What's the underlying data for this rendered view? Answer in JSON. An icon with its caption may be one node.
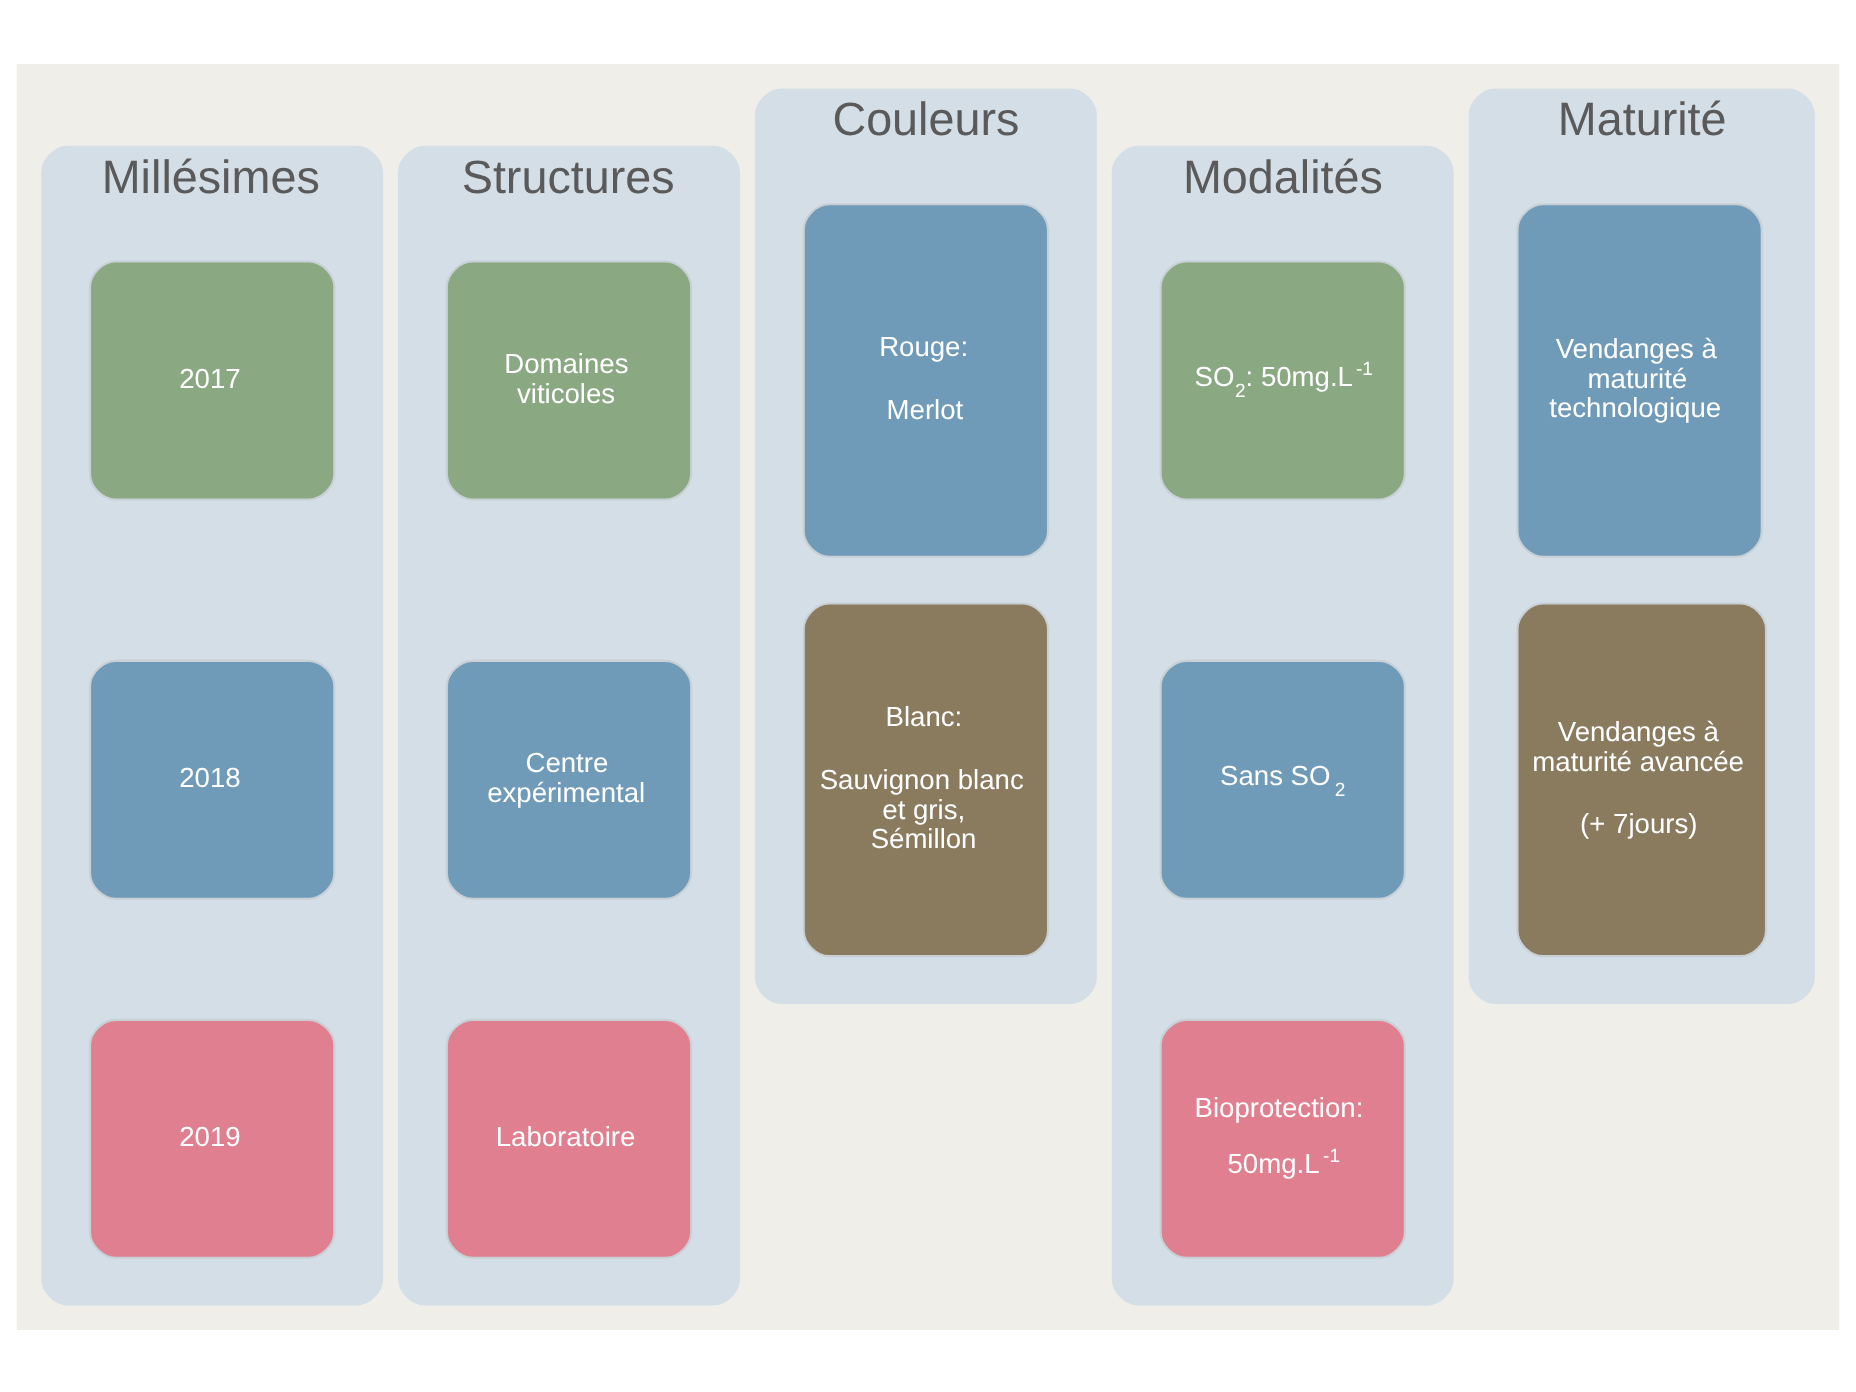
{
  "diagram": {
    "nodes": [
      {
        "text": [
          "Millésimes"
        ]
      },
      {
        "text": [
          "2017"
        ],
        "in": 0
      },
      {
        "text": [
          "2018"
        ],
        "in": 0
      },
      {
        "text": [
          "2019"
        ],
        "in": 0
      },
      {
        "text": [
          "Structures"
        ]
      },
      {
        "text": [
          "Domaines viticoles"
        ],
        "in": 4
      },
      {
        "text": [
          "Centre expérimental"
        ],
        "in": 4
      },
      {
        "text": [
          "Laboratoire"
        ],
        "in": 4
      },
      {
        "text": [
          "Couleurs"
        ]
      },
      {
        "text": [
          "Rouge:",
          "Merlot"
        ],
        "in": 8
      },
      {
        "text": [
          "Blanc:",
          "Sauvignon blanc et gris, Sémillon"
        ],
        "in": 8
      },
      {
        "text": [
          "Modalités"
        ]
      },
      {
        "text": [
          "SO$_{2}$: 50mg.L$^{-1}$"
        ],
        "in": 11
      },
      {
        "text": [
          "Sans SO$_{2}$"
        ],
        "in": 11
      },
      {
        "text": [
          "Bioprotection:",
          "50mg.L$^{-1}$"
        ],
        "in": 11
      },
      {
        "text": [
          "Maturité"
        ]
      },
      {
        "text": [
          "Vendanges à maturité technologique"
        ],
        "in": 15
      },
      {
        "text": [
          "Vendanges à maturité avancée",
          "(+ 7jours)"
        ],
        "in": 15
      }
    ],
    "edges": []
  }
}
